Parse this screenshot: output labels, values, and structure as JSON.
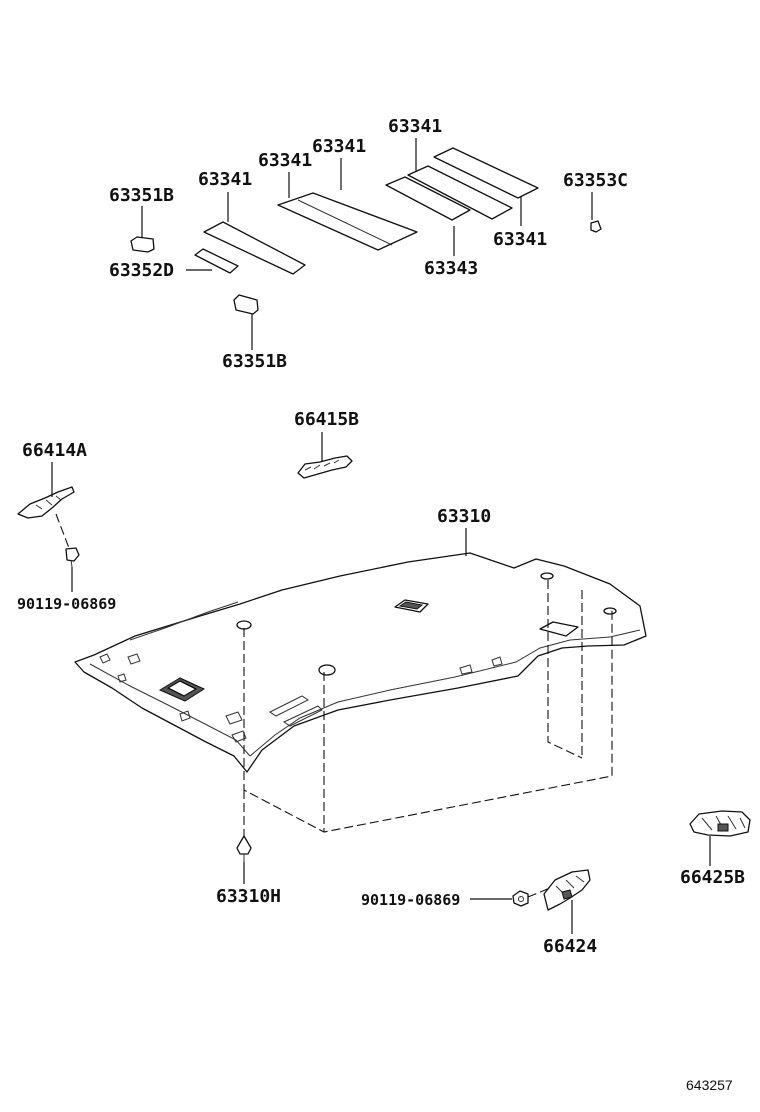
{
  "labels": {
    "p63341_a": "63341",
    "p63341_b": "63341",
    "p63341_c": "63341",
    "p63341_d": "63341",
    "p63341_e": "63341",
    "p63353C": "63353C",
    "p63351B_top": "63351B",
    "p63352D": "63352D",
    "p63343": "63343",
    "p63351B_bottom": "63351B",
    "p66415B": "66415B",
    "p66414A": "66414A",
    "p63310": "63310",
    "p90119_left": "90119-06869",
    "p63310H": "63310H",
    "p90119_bottom": "90119-06869",
    "p66424": "66424",
    "p66425B": "66425B"
  },
  "footer": {
    "code": "643257"
  }
}
